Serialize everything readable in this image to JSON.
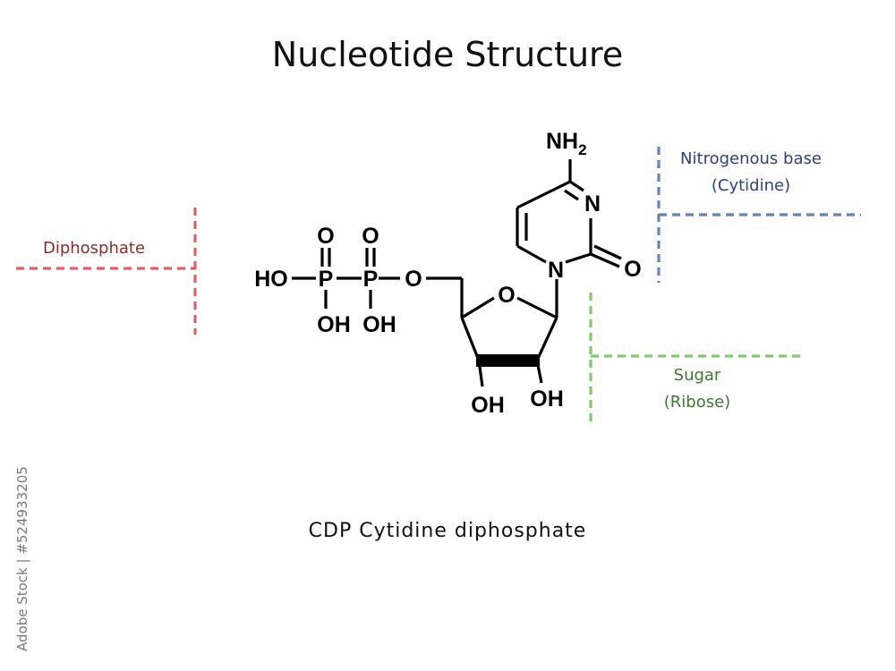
{
  "title": "Nucleotide Structure",
  "caption": "CDP Cytidine diphosphate",
  "labels": {
    "diphosphate": "Diphosphate",
    "base_line1": "Nitrogenous base",
    "base_line2": "(Cytidine)",
    "sugar_line1": "Sugar",
    "sugar_line2": "(Ribose)"
  },
  "colors": {
    "diphosphate": "#e0606a",
    "diphosphate_text": "#8b2a2f",
    "base": "#6680c0",
    "base_text": "#2f3f80",
    "sugar": "#7fcc6a",
    "sugar_text": "#3a7a2c"
  },
  "atoms": {
    "nh2_main": "NH",
    "nh2_sub": "2",
    "ring_n": "N",
    "n1": "N",
    "carbonyl_o": "O",
    "ring_o": "O",
    "ester_o": "O",
    "p1": "P",
    "p2": "P",
    "p1_o": "O",
    "p2_o": "O",
    "ho": "HO",
    "p1_oh": "OH",
    "p2_oh": "OH",
    "c3_oh": "OH",
    "c2_oh": "OH"
  },
  "credit": "Adobe Stock | #524933205"
}
